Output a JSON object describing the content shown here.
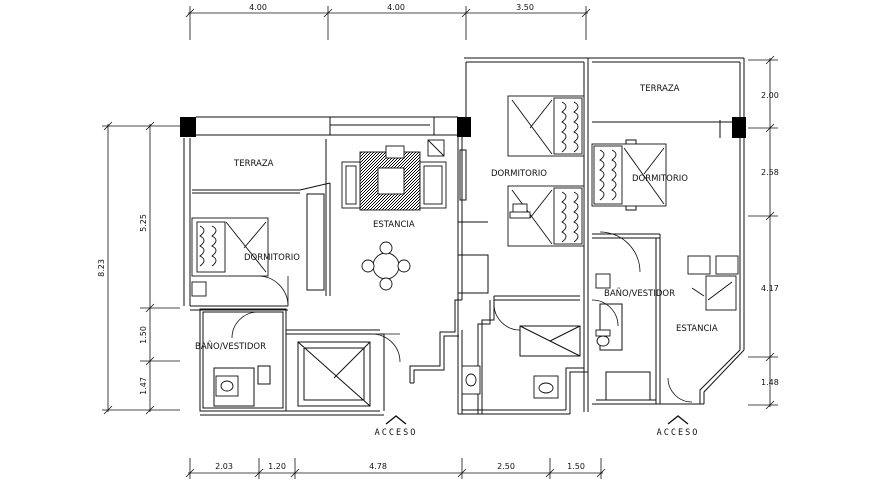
{
  "plan": {
    "rooms": {
      "terraza_left": "TERRAZA",
      "dormitorio_left": "DORMITORIO",
      "estancia_center": "ESTANCIA",
      "bano_vestidor": "BAÑO/VESTIDOR",
      "dormitorio_mid": "DORMITORIO",
      "terraza_right": "TERRAZA",
      "dormitorio_right": "DORMITORIO",
      "bano_vestidor_right": "BAÑO/VESTIDOR",
      "estancia_right": "ESTANCIA"
    },
    "access": [
      "ACCESO",
      "ACCESO"
    ]
  },
  "dimensions": {
    "top": [
      "4.00",
      "4.00",
      "3.50"
    ],
    "bottom": [
      "2.03",
      "1.20",
      "4.78",
      "2.50",
      "1.50"
    ],
    "left_outer": "8.23",
    "left_inner": [
      "5.25",
      "1.50",
      "1.47"
    ],
    "right": [
      "2.00",
      "2.58",
      "4.17",
      "1.48"
    ]
  }
}
